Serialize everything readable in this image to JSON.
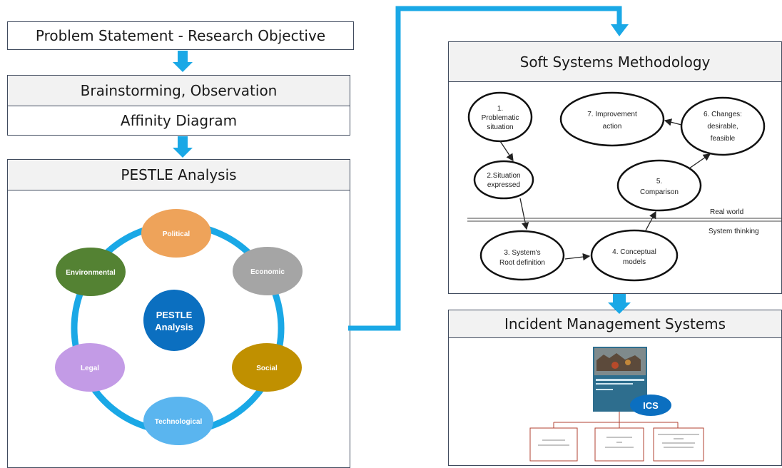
{
  "headers": {
    "problem_statement": "Problem Statement - Research Objective",
    "brainstorming": "Brainstorming, Observation",
    "affinity": "Affinity Diagram",
    "pestle": "PESTLE Analysis",
    "ssm": "Soft Systems Methodology",
    "ims": "Incident Management Systems"
  },
  "pestle": {
    "center_line1": "PESTLE",
    "center_line2": "Analysis",
    "factors": {
      "political": "Political",
      "economic": "Economic",
      "social": "Social",
      "technological": "Technological",
      "legal": "Legal",
      "environmental": "Environmental"
    }
  },
  "ssm": {
    "s1_line1": "1.",
    "s1_line2": "Problematic",
    "s1_line3": "situation",
    "s2_line1": "2.Situation",
    "s2_line2": "expressed",
    "s3_line1": "3. System's",
    "s3_line2": "Root definition",
    "s4_line1": "4. Conceptual",
    "s4_line2": "models",
    "s5_line1": "5.",
    "s5_line2": "Comparison",
    "s6_line1": "6. Changes:",
    "s6_line2": "desirable,",
    "s6_line3": "feasible",
    "s7_line1": "7. Improvement",
    "s7_line2": "action",
    "real_world": "Real world",
    "system_thinking": "System thinking"
  },
  "ics": {
    "badge": "ICS"
  },
  "colors": {
    "arrow": "#1aa8e6",
    "ring": "#1aa8e6",
    "center": "#0b6fc0",
    "political": "#eea35a",
    "economic": "#a5a5a5",
    "social": "#c09000",
    "technological": "#5ab5ef",
    "legal": "#c39be6",
    "environmental": "#548233"
  }
}
